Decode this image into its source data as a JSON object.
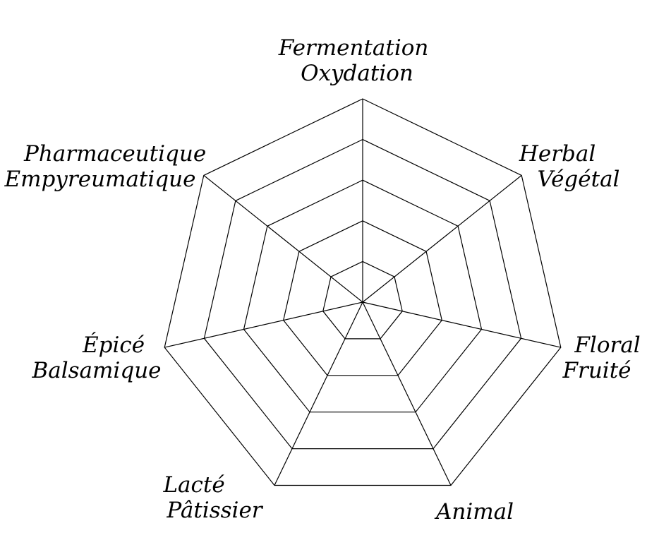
{
  "chart_data": {
    "type": "radar",
    "title": "",
    "ring_count": 5,
    "axes": [
      {
        "lines": [
          "Fermentation",
          "Oxydation"
        ]
      },
      {
        "lines": [
          "Herbal",
          "Végétal"
        ]
      },
      {
        "lines": [
          "Floral",
          "Fruité"
        ]
      },
      {
        "lines": [
          "Animal"
        ]
      },
      {
        "lines": [
          "Lacté",
          "Pâtissier"
        ]
      },
      {
        "lines": [
          "Épicé",
          "Balsamique"
        ]
      },
      {
        "lines": [
          "Pharmaceutique",
          "Empyreumatique"
        ]
      }
    ],
    "series": [],
    "colors": {
      "line": "#000000",
      "background": "#ffffff"
    }
  }
}
